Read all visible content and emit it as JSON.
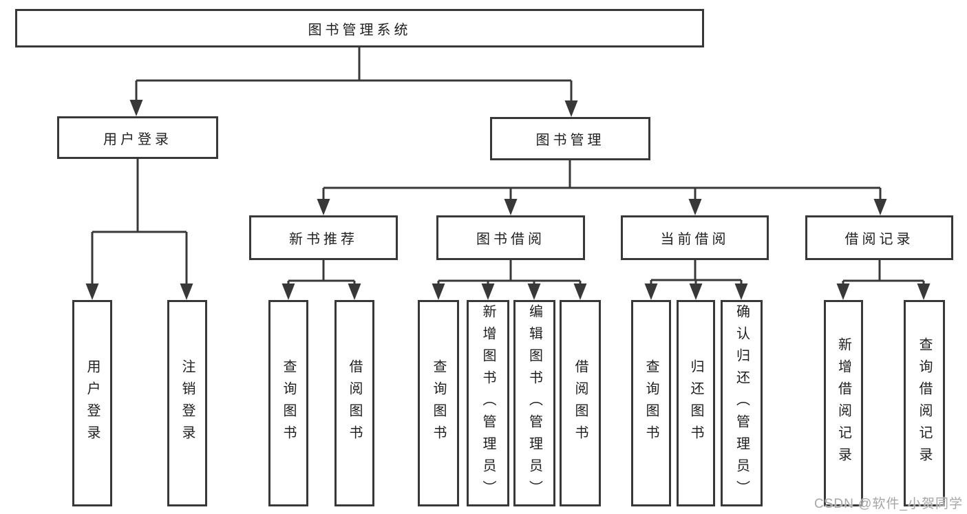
{
  "colors": {
    "line": "#383838",
    "box_border": "#383838",
    "text": "#1f1f1f",
    "watermark": "#a6a6a6",
    "background": "#ffffff"
  },
  "tree": {
    "label": "图书管理系统",
    "children": [
      {
        "label": "用户登录",
        "children": [
          {
            "label": "用户登录"
          },
          {
            "label": "注销登录"
          }
        ]
      },
      {
        "label": "图书管理",
        "children": [
          {
            "label": "新书推荐",
            "children": [
              {
                "label": "查询图书"
              },
              {
                "label": "借阅图书"
              }
            ]
          },
          {
            "label": "图书借阅",
            "children": [
              {
                "label": "查询图书"
              },
              {
                "label": "新增图书（管理员）"
              },
              {
                "label": "编辑图书（管理员）"
              },
              {
                "label": "借阅图书"
              }
            ]
          },
          {
            "label": "当前借阅",
            "children": [
              {
                "label": "查询图书"
              },
              {
                "label": "归还图书"
              },
              {
                "label": "确认归还（管理员）"
              }
            ]
          },
          {
            "label": "借阅记录",
            "children": [
              {
                "label": "新增借阅记录"
              },
              {
                "label": "查询借阅记录"
              }
            ]
          }
        ]
      }
    ]
  },
  "watermark": {
    "text": "CSDN @软件_小贺同学"
  }
}
